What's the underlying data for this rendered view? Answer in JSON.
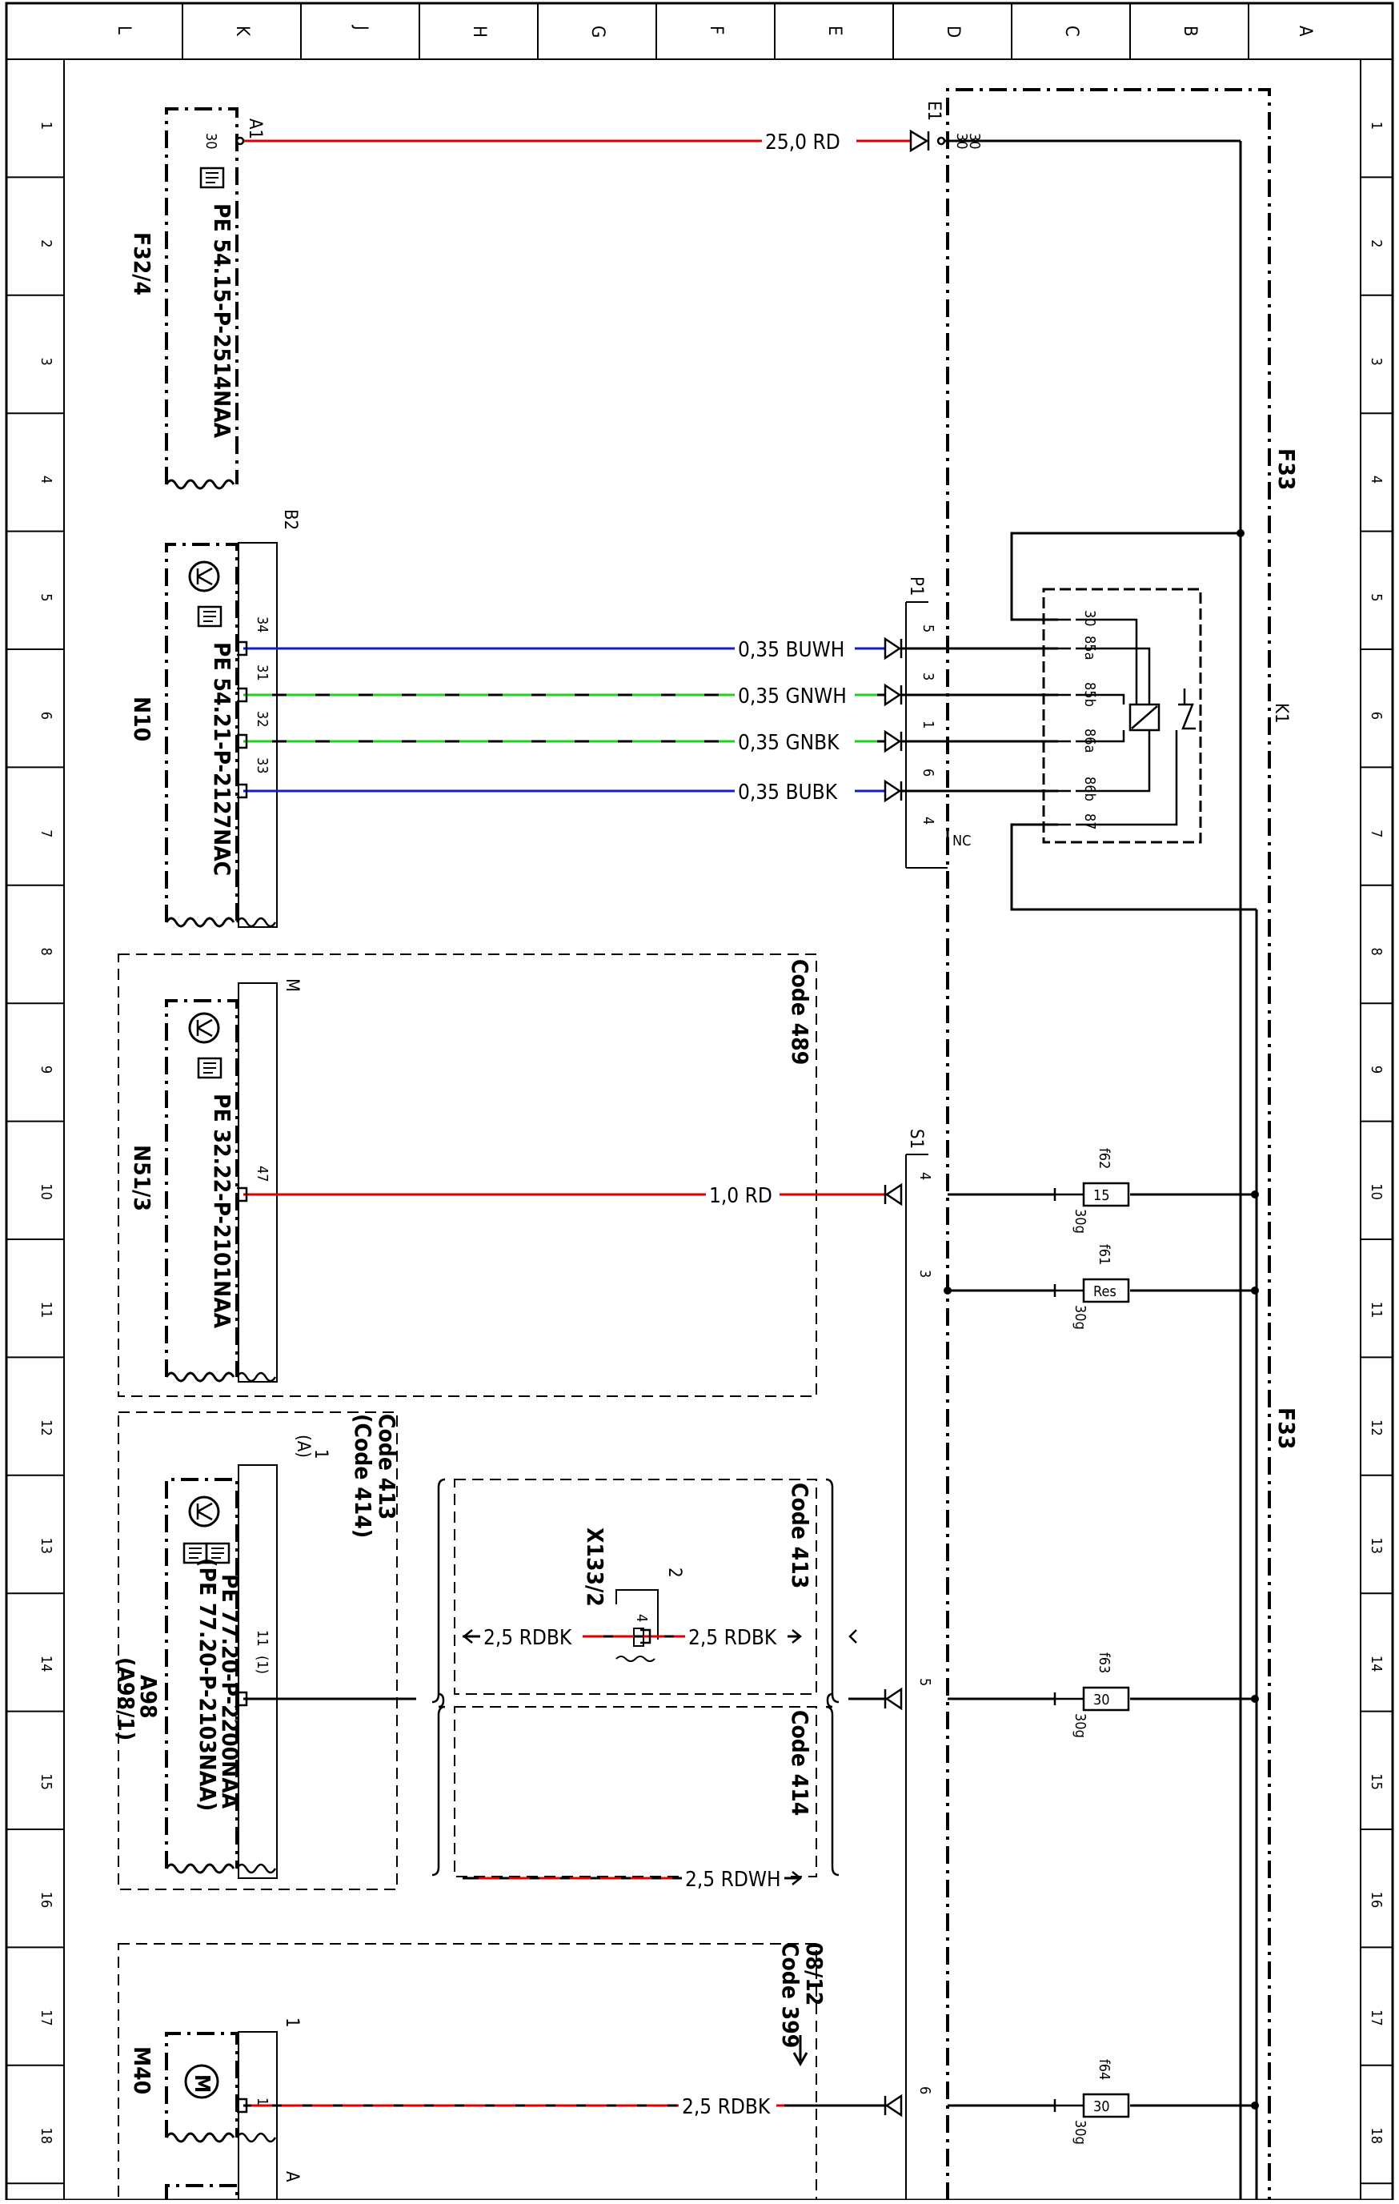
{
  "frame": {
    "columns": [
      "L",
      "K",
      "J",
      "H",
      "G",
      "F",
      "E",
      "D",
      "C",
      "B",
      "A"
    ],
    "rows": [
      "1",
      "2",
      "3",
      "4",
      "5",
      "6",
      "7",
      "8",
      "9",
      "10",
      "11",
      "12",
      "13",
      "14",
      "15",
      "16",
      "17",
      "18"
    ]
  },
  "components": {
    "f32_4": {
      "designation": "F32/4",
      "pin": "A1",
      "pin_no": "30",
      "ref": "PE 54.15-P-2514NAA"
    },
    "n10": {
      "designation": "N10",
      "connector": "B2",
      "pins": [
        "34",
        "31",
        "32",
        "33"
      ],
      "ref": "PE 54.21-P-2127NAC"
    },
    "n51_3": {
      "designation": "N51/3",
      "connector": "M",
      "pin": "47",
      "ref": "PE 32.22-P-2101NAA"
    },
    "a98": {
      "designation": "A98",
      "designation_alt": "(A98/1)",
      "pin": "1",
      "pin_alt": "(A)",
      "pin_no": "11",
      "pin_no_alt": "(1)",
      "ref": "PE 77.20-P-2200NAA",
      "ref_alt": "(PE 77.20-P-2103NAA)"
    },
    "m40": {
      "designation": "M40",
      "connector": "1",
      "pin": "1"
    },
    "bottom_conn": {
      "designation": "A"
    },
    "f33": {
      "designation": "F33",
      "e1": "E1",
      "e1_pin": "30",
      "p1": "P1",
      "p1_pins": [
        "5",
        "3",
        "1",
        "6",
        "4"
      ],
      "p1_nc": "NC",
      "s1": "S1",
      "s1_pins": [
        "4",
        "3",
        "5",
        "6"
      ]
    },
    "k1": {
      "designation": "K1",
      "pins": [
        "30",
        "85a",
        "85b",
        "86a",
        "86b",
        "87"
      ]
    },
    "fuses": [
      {
        "id": "f62",
        "value": "15",
        "sub": "30g"
      },
      {
        "id": "f61",
        "value": "Res",
        "sub": "30g"
      },
      {
        "id": "f63",
        "value": "30",
        "sub": "30g"
      },
      {
        "id": "f64",
        "value": "30",
        "sub": "30g"
      }
    ],
    "x133_2": {
      "designation": "X133/2",
      "pin_top": "2",
      "pin_mid": "4"
    }
  },
  "wires": {
    "w_a1": "25,0 RD",
    "w_34": "0,35 BUWH",
    "w_31": "0,35 GNWH",
    "w_32": "0,35 GNBK",
    "w_33": "0,35 BUBK",
    "w_47": "1,0 RD",
    "w_x_left": "2,5 RDBK",
    "w_x_right": "2,5 RDBK",
    "w_414": "2,5 RDWH",
    "w_m40": "2,5 RDBK"
  },
  "codes": {
    "c489": "Code 489",
    "c413": "Code 413",
    "c414": "Code 414",
    "c413_a": "Code 413",
    "c414_a": "(Code 414)",
    "c08": "08/12",
    "c399": "Code 399"
  },
  "colors": {
    "red": "#e00000",
    "blue": "#1020c8",
    "green": "#20d020",
    "black": "#000000"
  }
}
